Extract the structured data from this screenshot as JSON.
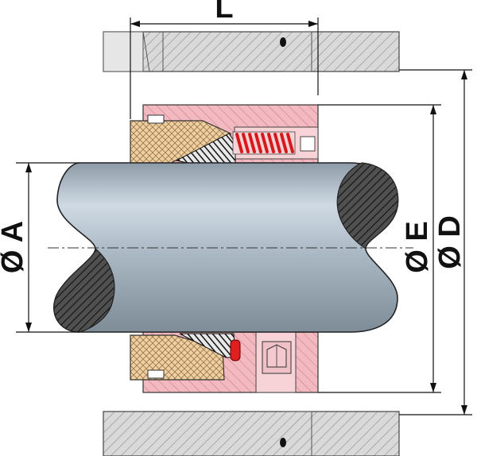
{
  "labels": {
    "length": "L",
    "shaft_diameter": "Ø A",
    "outer_diameter_e": "Ø E",
    "outer_diameter_d": "Ø D"
  },
  "colors": {
    "shaft": "#a9b6c2",
    "housing": "#d8d8d8",
    "seal_body": "#f2b6bd",
    "seat_ring": "#f0d0a0",
    "spring": "#e02020",
    "elastomer": "#222222",
    "outline": "#1a1a1a"
  }
}
